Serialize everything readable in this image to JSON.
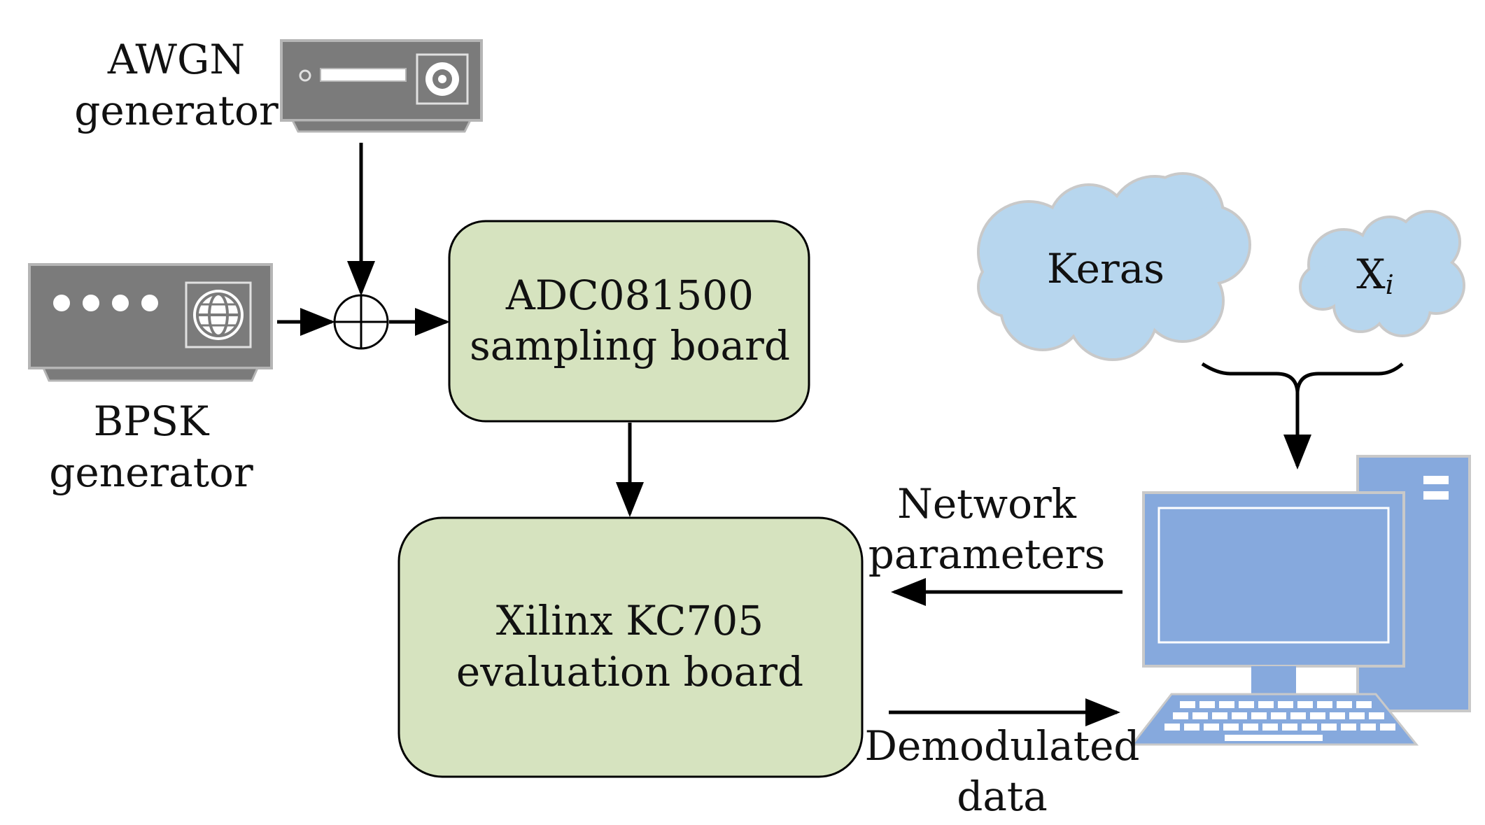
{
  "colors": {
    "box_fill": "#d6e3bf",
    "instrument": "#7b7b7b",
    "computer_blue": "#86a9dd",
    "cloud_fill": "#b7d6ee",
    "stroke": "#000000"
  },
  "awgn": {
    "line1": "AWGN",
    "line2": "generator"
  },
  "bpsk": {
    "line1": "BPSK",
    "line2": "generator"
  },
  "adc": {
    "line1": "ADC081500",
    "line2": "sampling board"
  },
  "fpga": {
    "line1": "Xilinx KC705",
    "line2": "evaluation board"
  },
  "keras": {
    "label": "Keras"
  },
  "xi": {
    "base": "X",
    "sub": "i"
  },
  "network_params": {
    "line1": "Network",
    "line2": "parameters"
  },
  "demod": {
    "line1": "Demodulated",
    "line2": "data"
  },
  "icons": {
    "awgn_device": "signal-generator-icon",
    "bpsk_device": "signal-generator-icon",
    "adder": "summing-junction-icon",
    "computer": "desktop-computer-icon",
    "cloud": "cloud-icon"
  }
}
